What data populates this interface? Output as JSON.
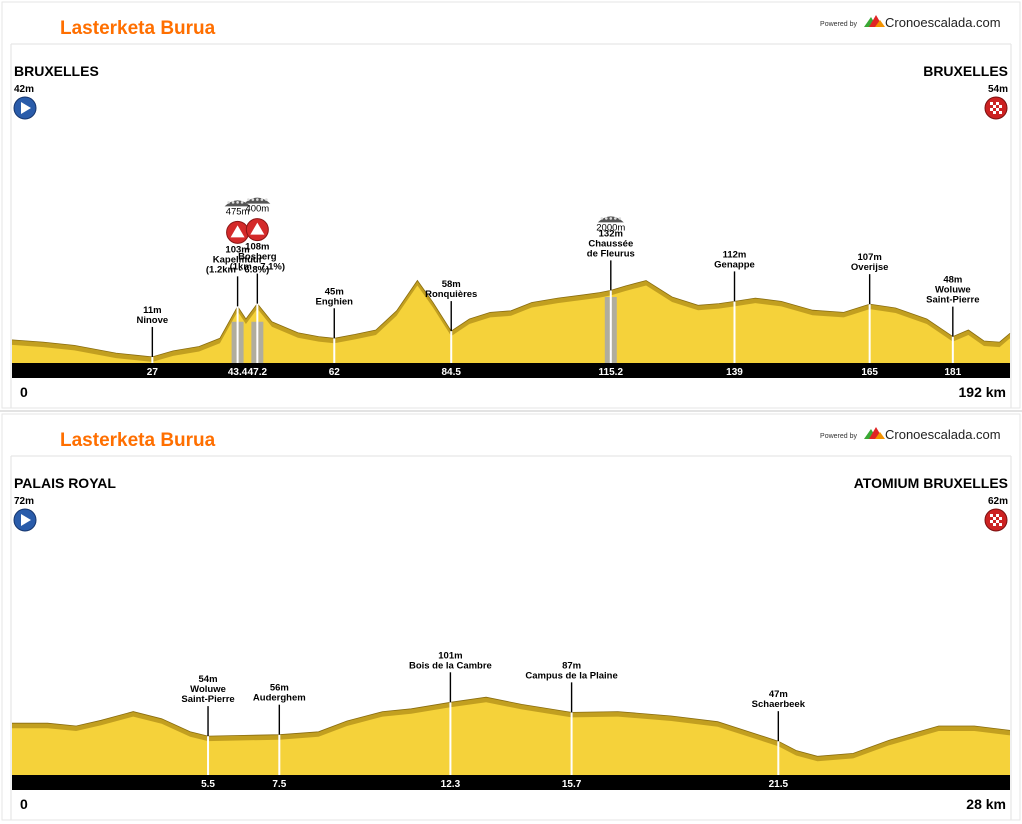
{
  "branding": {
    "powered_by": "Powered by",
    "site": "Cronoescalada.com",
    "colors": {
      "accent": "#ff6f00",
      "logo_red": "#e02424",
      "logo_green": "#3aa935",
      "logo_orange": "#f39200"
    }
  },
  "colors": {
    "fill_light": "#f5d23a",
    "fill_dark": "#b8961c",
    "baseline": "#000000",
    "climb_bar": "#a8a8a8",
    "start_icon": "#2a5caa",
    "finish_icon": "#cc2222"
  },
  "chart_data": [
    {
      "type": "area",
      "title": "Lasterketa Burua",
      "start": {
        "name": "BRUXELLES",
        "elevation": "42m",
        "km": "0",
        "icon": "start-play-icon"
      },
      "finish": {
        "name": "BRUXELLES",
        "elevation": "54m",
        "km": "192 km",
        "icon": "finish-checkered-icon"
      },
      "xlim": [
        0,
        192
      ],
      "ylim": [
        0,
        2200
      ],
      "profile": [
        [
          0,
          42
        ],
        [
          6,
          38
        ],
        [
          12,
          32
        ],
        [
          20,
          18
        ],
        [
          24,
          14
        ],
        [
          27,
          11
        ],
        [
          31,
          22
        ],
        [
          36,
          30
        ],
        [
          40,
          45
        ],
        [
          43.4,
          103
        ],
        [
          45,
          80
        ],
        [
          47.2,
          108
        ],
        [
          50,
          75
        ],
        [
          55,
          55
        ],
        [
          59,
          48
        ],
        [
          62,
          45
        ],
        [
          66,
          52
        ],
        [
          70,
          60
        ],
        [
          74,
          95
        ],
        [
          78,
          150
        ],
        [
          81,
          110
        ],
        [
          84.5,
          58
        ],
        [
          88,
          80
        ],
        [
          92,
          92
        ],
        [
          96,
          95
        ],
        [
          100,
          110
        ],
        [
          105,
          118
        ],
        [
          110,
          124
        ],
        [
          113,
          128
        ],
        [
          115.2,
          132
        ],
        [
          118,
          140
        ],
        [
          122,
          150
        ],
        [
          127,
          120
        ],
        [
          132,
          105
        ],
        [
          136,
          108
        ],
        [
          139,
          112
        ],
        [
          143,
          118
        ],
        [
          148,
          112
        ],
        [
          154,
          96
        ],
        [
          160,
          92
        ],
        [
          165,
          107
        ],
        [
          170,
          100
        ],
        [
          176,
          80
        ],
        [
          181,
          48
        ],
        [
          184,
          60
        ],
        [
          187,
          40
        ],
        [
          190,
          38
        ],
        [
          192,
          54
        ]
      ],
      "markers": [
        {
          "km": "27",
          "name": "Ninove",
          "elevation": "11m",
          "type": "town"
        },
        {
          "km": "43.4",
          "name": "Kapelmuur\n(1.2km - 6.8%)",
          "elevation": "103m",
          "type": "climb",
          "extra": "475m"
        },
        {
          "km": "47.2",
          "name": "Bosberg\n(1km - 7.1%)",
          "elevation": "108m",
          "type": "climb",
          "extra": "400m"
        },
        {
          "km": "62",
          "name": "Enghien",
          "elevation": "45m",
          "type": "town"
        },
        {
          "km": "84.5",
          "name": "Ronquières",
          "elevation": "58m",
          "type": "town"
        },
        {
          "km": "115.2",
          "name": "Chaussée\nde Fleurus",
          "elevation": "132m",
          "type": "cobbles",
          "extra": "2000m"
        },
        {
          "km": "139",
          "name": "Genappe",
          "elevation": "112m",
          "type": "town"
        },
        {
          "km": "165",
          "name": "Overijse",
          "elevation": "107m",
          "type": "town"
        },
        {
          "km": "181",
          "name": "Woluwe\nSaint-Pierre",
          "elevation": "48m",
          "type": "town"
        }
      ]
    },
    {
      "type": "area",
      "title": "Lasterketa Burua",
      "start": {
        "name": "PALAIS ROYAL",
        "elevation": "72m",
        "km": "0",
        "icon": "start-play-icon"
      },
      "finish": {
        "name": "ATOMIUM BRUXELLES",
        "elevation": "62m",
        "km": "28 km",
        "icon": "finish-checkered-icon"
      },
      "xlim": [
        0,
        28
      ],
      "ylim": [
        0,
        1000
      ],
      "profile": [
        [
          0,
          72
        ],
        [
          1,
          72
        ],
        [
          1.8,
          68
        ],
        [
          2.5,
          76
        ],
        [
          3.4,
          88
        ],
        [
          4.2,
          78
        ],
        [
          5,
          60
        ],
        [
          5.5,
          54
        ],
        [
          6.5,
          55
        ],
        [
          7.5,
          56
        ],
        [
          8.6,
          60
        ],
        [
          9.4,
          75
        ],
        [
          10.4,
          88
        ],
        [
          11.2,
          92
        ],
        [
          12.3,
          101
        ],
        [
          13.3,
          108
        ],
        [
          14.3,
          98
        ],
        [
          15.7,
          87
        ],
        [
          17,
          88
        ],
        [
          18.5,
          82
        ],
        [
          19.8,
          74
        ],
        [
          21.5,
          47
        ],
        [
          22,
          34
        ],
        [
          22.6,
          26
        ],
        [
          23.6,
          30
        ],
        [
          24.6,
          48
        ],
        [
          26,
          68
        ],
        [
          27,
          68
        ],
        [
          28,
          62
        ]
      ],
      "markers": [
        {
          "km": "5.5",
          "name": "Woluwe\nSaint-Pierre",
          "elevation": "54m",
          "type": "town"
        },
        {
          "km": "7.5",
          "name": "Auderghem",
          "elevation": "56m",
          "type": "town"
        },
        {
          "km": "12.3",
          "name": "Bois de la Cambre",
          "elevation": "101m",
          "type": "town"
        },
        {
          "km": "15.7",
          "name": "Campus de la Plaine",
          "elevation": "87m",
          "type": "town"
        },
        {
          "km": "21.5",
          "name": "Schaerbeek",
          "elevation": "47m",
          "type": "town"
        }
      ]
    }
  ]
}
